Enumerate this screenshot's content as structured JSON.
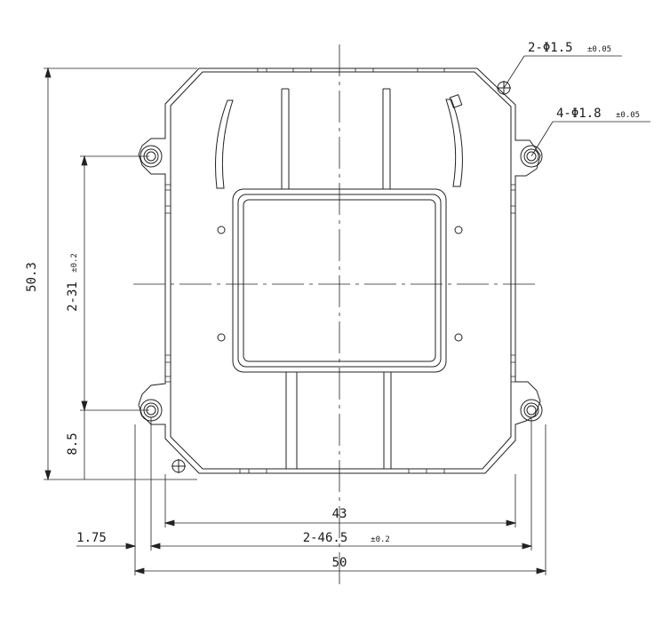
{
  "dimensions": {
    "height_total": "50.3",
    "hole_pitch_vertical": "2-31",
    "hole_pitch_vertical_tol": "±0.2",
    "hole_offset_vertical": "8.5",
    "edge_offset": "1.75",
    "frame_width": "43",
    "hole_pitch_horizontal": "2-46.5",
    "hole_pitch_horizontal_tol": "±0.2",
    "width_total": "50"
  },
  "callouts": {
    "small_hole": "2-Φ1.5",
    "small_hole_tol": "±0.05",
    "mount_hole": "4-Φ1.8",
    "mount_hole_tol": "±0.05"
  }
}
